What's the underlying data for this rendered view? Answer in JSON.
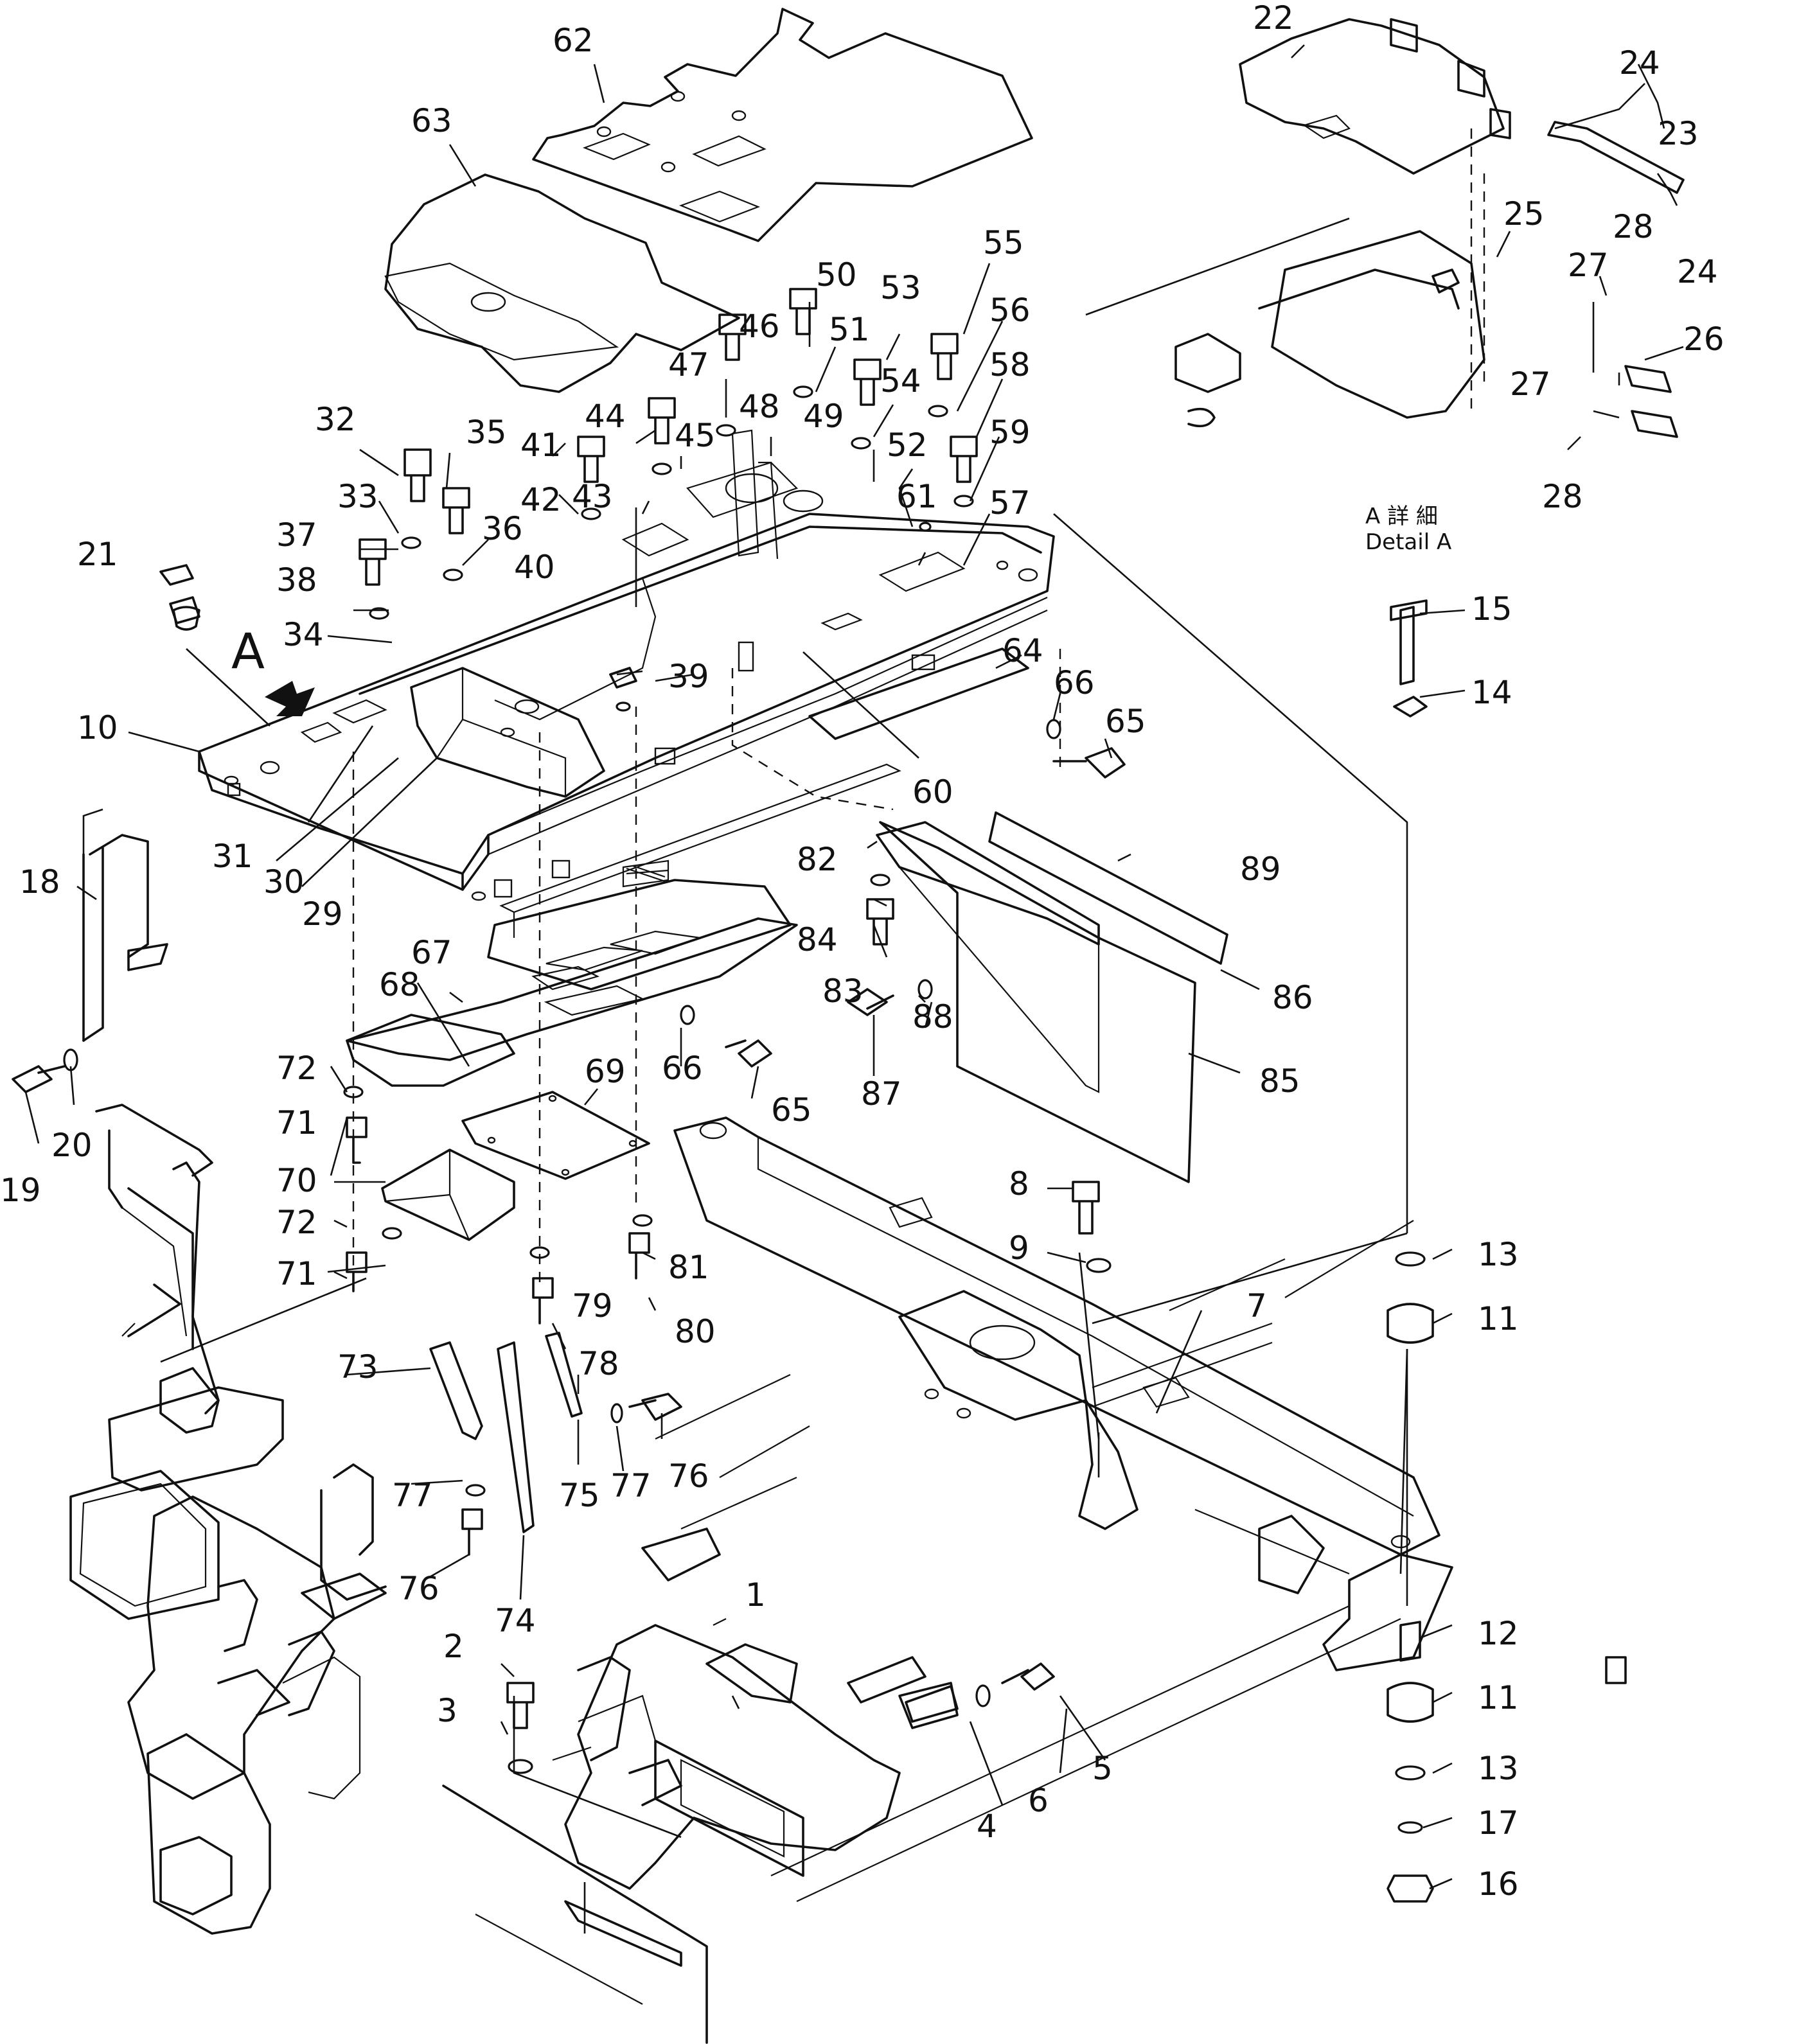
{
  "view_marker": "A",
  "detail": {
    "title_cjk": "A 詳 細",
    "title_en": "Detail A"
  },
  "callouts": [
    {
      "n": "1"
    },
    {
      "n": "2"
    },
    {
      "n": "3"
    },
    {
      "n": "4"
    },
    {
      "n": "5"
    },
    {
      "n": "6"
    },
    {
      "n": "7"
    },
    {
      "n": "8"
    },
    {
      "n": "9"
    },
    {
      "n": "10"
    },
    {
      "n": "11"
    },
    {
      "n": "11"
    },
    {
      "n": "12"
    },
    {
      "n": "13"
    },
    {
      "n": "13"
    },
    {
      "n": "14"
    },
    {
      "n": "15"
    },
    {
      "n": "16"
    },
    {
      "n": "17"
    },
    {
      "n": "18"
    },
    {
      "n": "19"
    },
    {
      "n": "20"
    },
    {
      "n": "21"
    },
    {
      "n": "22"
    },
    {
      "n": "23"
    },
    {
      "n": "24"
    },
    {
      "n": "24"
    },
    {
      "n": "25"
    },
    {
      "n": "26"
    },
    {
      "n": "27"
    },
    {
      "n": "27"
    },
    {
      "n": "28"
    },
    {
      "n": "28"
    },
    {
      "n": "29"
    },
    {
      "n": "30"
    },
    {
      "n": "31"
    },
    {
      "n": "32"
    },
    {
      "n": "33"
    },
    {
      "n": "34"
    },
    {
      "n": "35"
    },
    {
      "n": "36"
    },
    {
      "n": "37"
    },
    {
      "n": "38"
    },
    {
      "n": "39"
    },
    {
      "n": "40"
    },
    {
      "n": "41"
    },
    {
      "n": "42"
    },
    {
      "n": "43"
    },
    {
      "n": "44"
    },
    {
      "n": "45"
    },
    {
      "n": "46"
    },
    {
      "n": "47"
    },
    {
      "n": "48"
    },
    {
      "n": "49"
    },
    {
      "n": "50"
    },
    {
      "n": "51"
    },
    {
      "n": "52"
    },
    {
      "n": "53"
    },
    {
      "n": "54"
    },
    {
      "n": "55"
    },
    {
      "n": "56"
    },
    {
      "n": "57"
    },
    {
      "n": "58"
    },
    {
      "n": "59"
    },
    {
      "n": "60"
    },
    {
      "n": "61"
    },
    {
      "n": "62"
    },
    {
      "n": "63"
    },
    {
      "n": "64"
    },
    {
      "n": "65"
    },
    {
      "n": "65"
    },
    {
      "n": "66"
    },
    {
      "n": "66"
    },
    {
      "n": "67"
    },
    {
      "n": "68"
    },
    {
      "n": "69"
    },
    {
      "n": "70"
    },
    {
      "n": "71"
    },
    {
      "n": "71"
    },
    {
      "n": "72"
    },
    {
      "n": "72"
    },
    {
      "n": "73"
    },
    {
      "n": "74"
    },
    {
      "n": "75"
    },
    {
      "n": "76"
    },
    {
      "n": "76"
    },
    {
      "n": "77"
    },
    {
      "n": "77"
    },
    {
      "n": "78"
    },
    {
      "n": "79"
    },
    {
      "n": "80"
    },
    {
      "n": "81"
    },
    {
      "n": "82"
    },
    {
      "n": "83"
    },
    {
      "n": "84"
    },
    {
      "n": "85"
    },
    {
      "n": "86"
    },
    {
      "n": "87"
    },
    {
      "n": "88"
    },
    {
      "n": "89"
    }
  ]
}
